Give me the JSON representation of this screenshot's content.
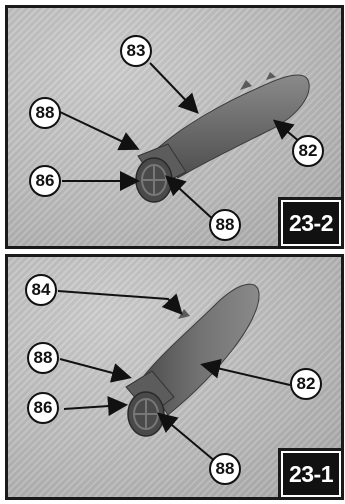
{
  "steps": [
    {
      "label": "23-2",
      "callouts": {
        "nose_cone": "83",
        "tail_fin_left": "88",
        "tail_ring": "86",
        "tail_fin_right": "88",
        "body": "82"
      }
    },
    {
      "label": "23-1",
      "callouts": {
        "top_lug": "84",
        "tail_fin_left": "88",
        "tail_ring": "86",
        "body": "82",
        "tail_fin_right": "88"
      }
    }
  ],
  "colors": {
    "part": "#6f6f6f",
    "part_dark": "#4a4a4a",
    "background": "#bdbdbd",
    "frame": "#1a1a1a"
  },
  "icons": {
    "part_illustration": "bomb-assembly-photo",
    "leader": "arrow-icon"
  }
}
